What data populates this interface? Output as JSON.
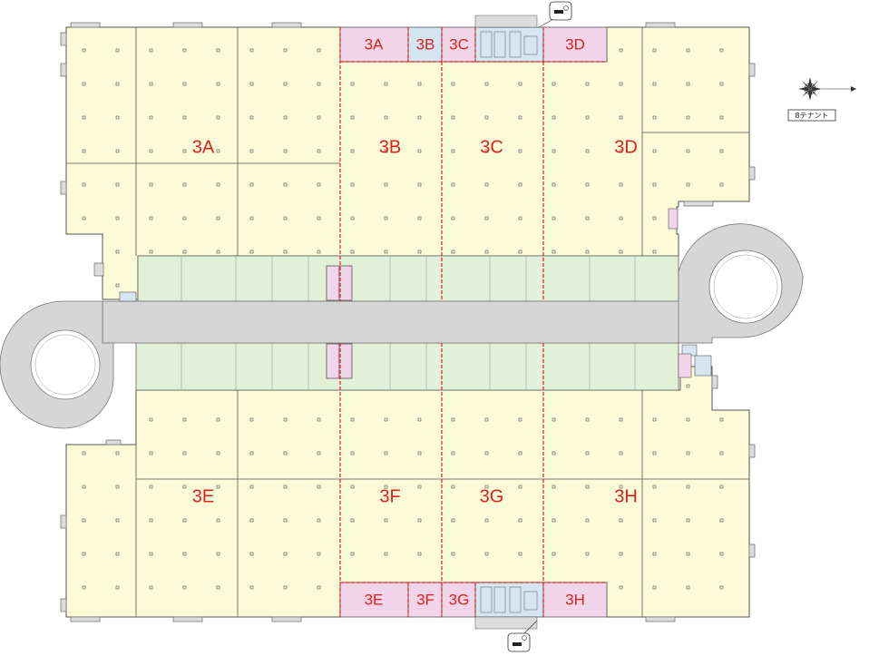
{
  "floor_plan": {
    "legend_caption": "8テナント",
    "colors": {
      "warehouse": "#fbfbd8",
      "berth": "#e2f0d7",
      "ramp": "#d6d6d6",
      "office": "#f3d5ea",
      "core": "#d3e6f2",
      "divider": "#e0201f",
      "outline": "#555555"
    },
    "north_zone": {
      "main_labels": [
        "3A",
        "3B",
        "3C",
        "3D"
      ],
      "office_labels": [
        "3A",
        "3B",
        "3C",
        "3D"
      ]
    },
    "south_zone": {
      "main_labels": [
        "3E",
        "3F",
        "3G",
        "3H"
      ],
      "office_labels": [
        "3E",
        "3F",
        "3G",
        "3H"
      ]
    }
  }
}
